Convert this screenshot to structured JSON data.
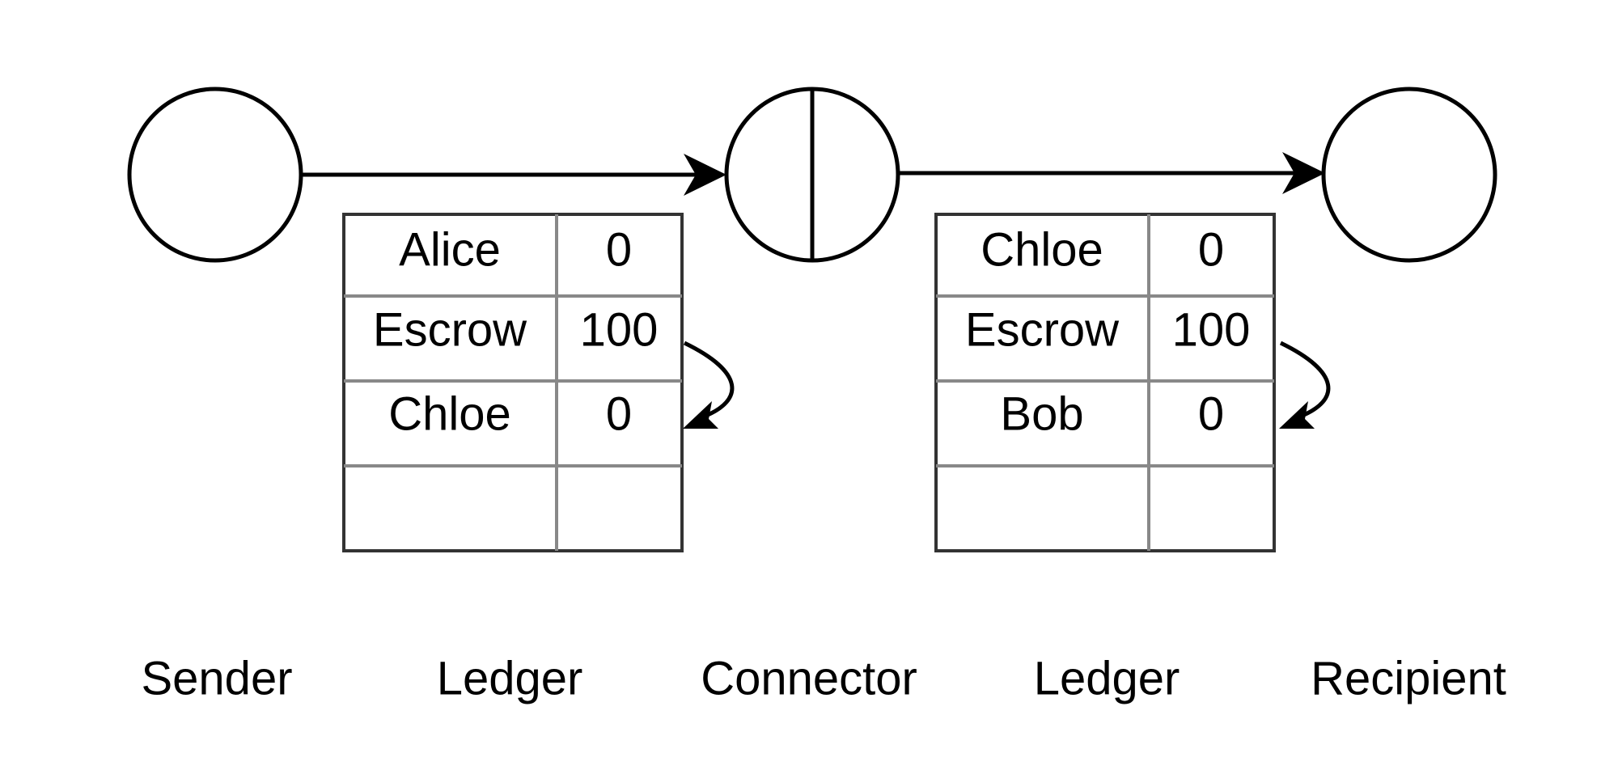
{
  "nodes": {
    "sender": "Sender",
    "connector": "Connector",
    "recipient": "Recipient"
  },
  "ledgers": [
    {
      "label": "Ledger",
      "rows": [
        [
          "Alice",
          "0"
        ],
        [
          "Escrow",
          "100"
        ],
        [
          "Chloe",
          "0"
        ],
        [
          "",
          ""
        ]
      ]
    },
    {
      "label": "Ledger",
      "rows": [
        [
          "Chloe",
          "0"
        ],
        [
          "Escrow",
          "100"
        ],
        [
          "Bob",
          "0"
        ],
        [
          "",
          ""
        ]
      ]
    }
  ]
}
